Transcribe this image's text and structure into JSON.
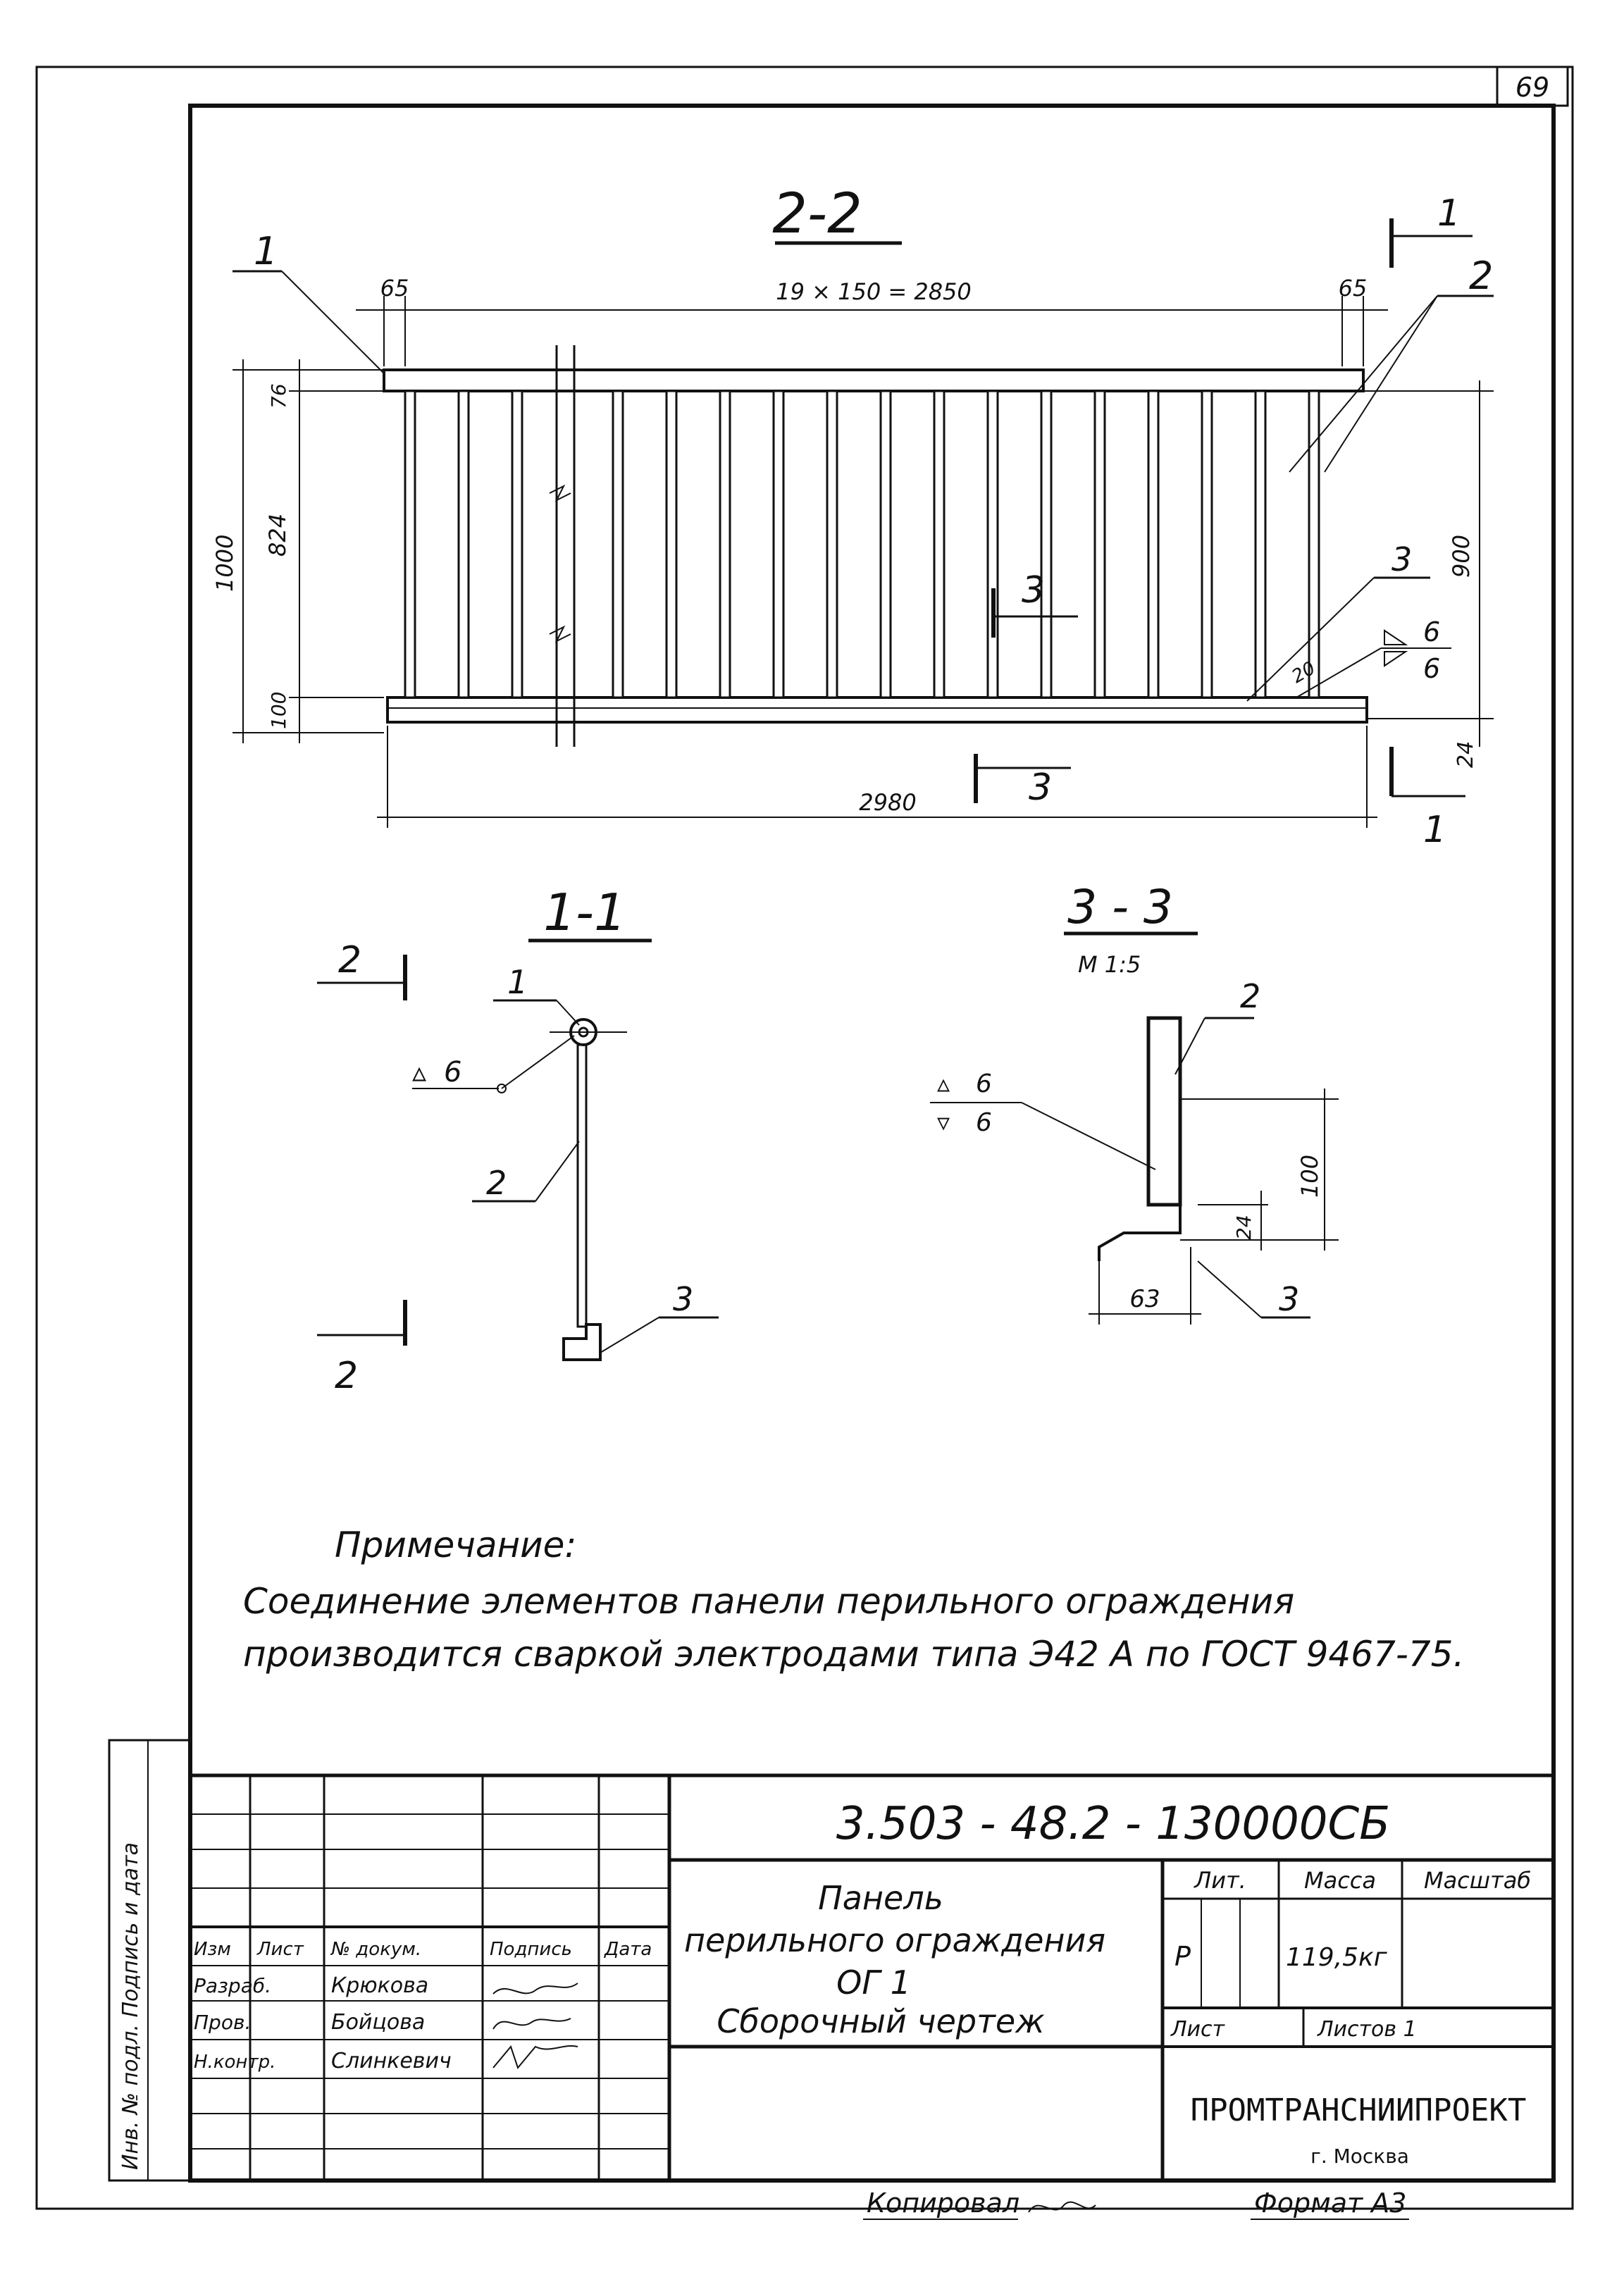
{
  "sheet": {
    "corner_number": "69",
    "side_stamp": "Инв. № подл. Подпись и дата"
  },
  "section_2_2": {
    "title": "2-2",
    "dim_top_left": "65",
    "dim_top_middle": "19 × 150 = 2850",
    "dim_top_right": "65",
    "dim_left_total": "1000",
    "dim_left_top": "76",
    "dim_left_middle": "824",
    "dim_left_bottom": "100",
    "dim_right_height": "900",
    "dim_bottom_width": "2980",
    "dim_right_bottom": "24",
    "weld_upper": "6",
    "weld_lower": "6",
    "weld_dim": "20",
    "leader_1": "1",
    "leader_2": "2",
    "leader_3": "3",
    "cut_mark_1": "1",
    "cut_mark_3": "3"
  },
  "section_1_1": {
    "title": "1-1",
    "cut_mark_2": "2",
    "weld": "6",
    "leader_1": "1",
    "leader_2": "2",
    "leader_3": "3"
  },
  "section_3_3": {
    "title": "3 - 3",
    "scale": "М 1:5",
    "weld_upper": "6",
    "weld_lower": "6",
    "dim_height": "100",
    "dim_small": "24",
    "dim_width": "63",
    "leader_2": "2",
    "leader_3": "3"
  },
  "note": {
    "heading": "Примечание:",
    "line1": "Соединение элементов панели перильного ограждения",
    "line2": "производится сваркой электродами типа Э42 А по ГОСТ 9467-75."
  },
  "title_block": {
    "designation": "3.503 - 48.2 - 130000СБ",
    "header_cols": [
      "Изм",
      "Лист",
      "№ докум.",
      "Подпись",
      "Дата"
    ],
    "rows": [
      {
        "role": "Разраб.",
        "name": "Крюкова"
      },
      {
        "role": "Пров.",
        "name": "Бойцова"
      },
      {
        "role": "Н.контр.",
        "name": "Слинкевич"
      }
    ],
    "name_line1": "Панель",
    "name_line2": "перильного ограждения",
    "name_line3": "ОГ 1",
    "name_line4": "Сборочный чертеж",
    "lit_header": "Лит.",
    "mass_header": "Масса",
    "scale_header": "Масштаб",
    "lit_value": "Р",
    "mass_value": "119,5кг",
    "sheet_label": "Лист",
    "sheets_label": "Листов 1",
    "org_name": "ПРОМТРАНСНИИПРОЕКТ",
    "org_city": "г. Москва"
  },
  "footer": {
    "copied": "Копировал",
    "format": "Формат А3"
  }
}
